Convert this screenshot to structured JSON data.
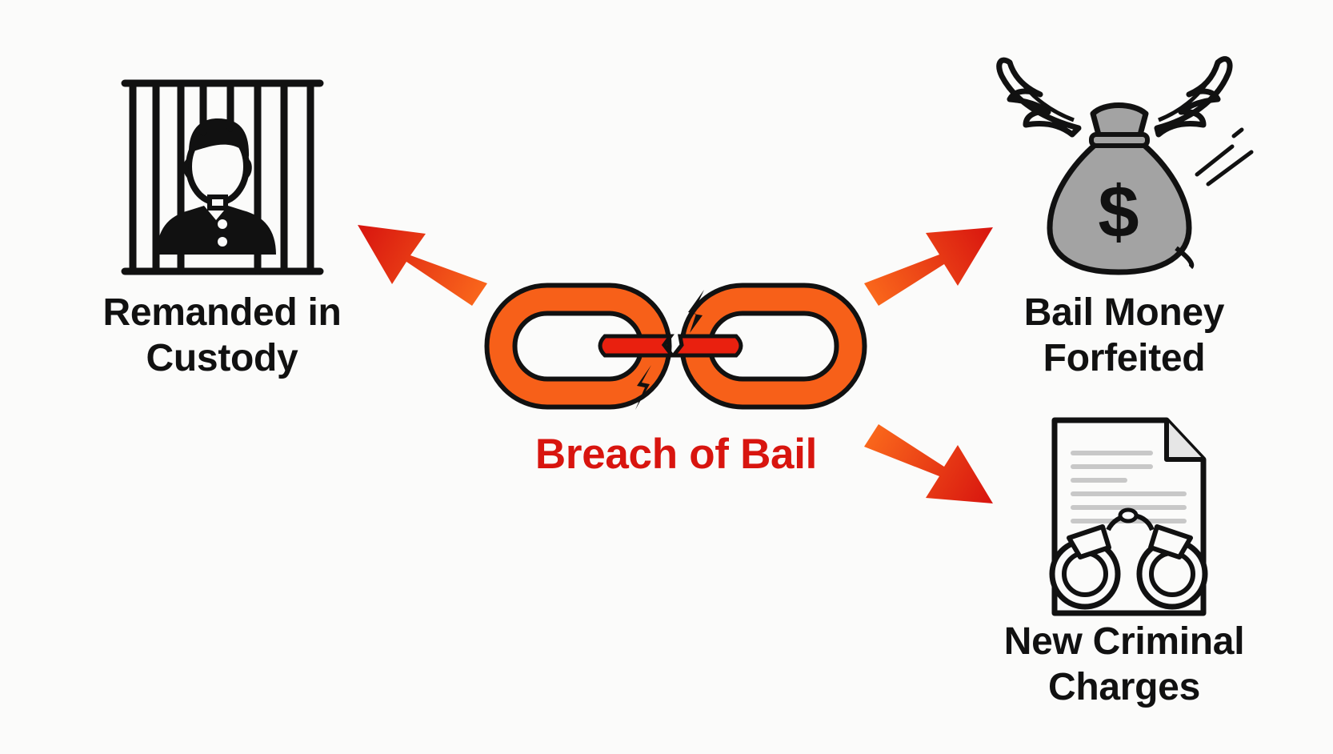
{
  "center": {
    "label": "Breach of Bail",
    "icon": "broken-chain-icon"
  },
  "outcomes": [
    {
      "id": "remand",
      "icon": "prison-bars-person-icon",
      "lines": [
        "Remanded in",
        "Custody"
      ]
    },
    {
      "id": "forfeit",
      "icon": "money-bag-wings-icon",
      "lines": [
        "Bail Money",
        "Forfeited"
      ]
    },
    {
      "id": "charges",
      "icon": "document-handcuffs-icon",
      "lines": [
        "New Criminal",
        "Charges"
      ]
    }
  ],
  "colors": {
    "accent_red": "#d8150f",
    "accent_orange": "#fb6a1c",
    "chain_orange": "#f76019",
    "ink": "#111111",
    "bag_gray": "#a3a3a3",
    "background": "#fbfbfa"
  }
}
